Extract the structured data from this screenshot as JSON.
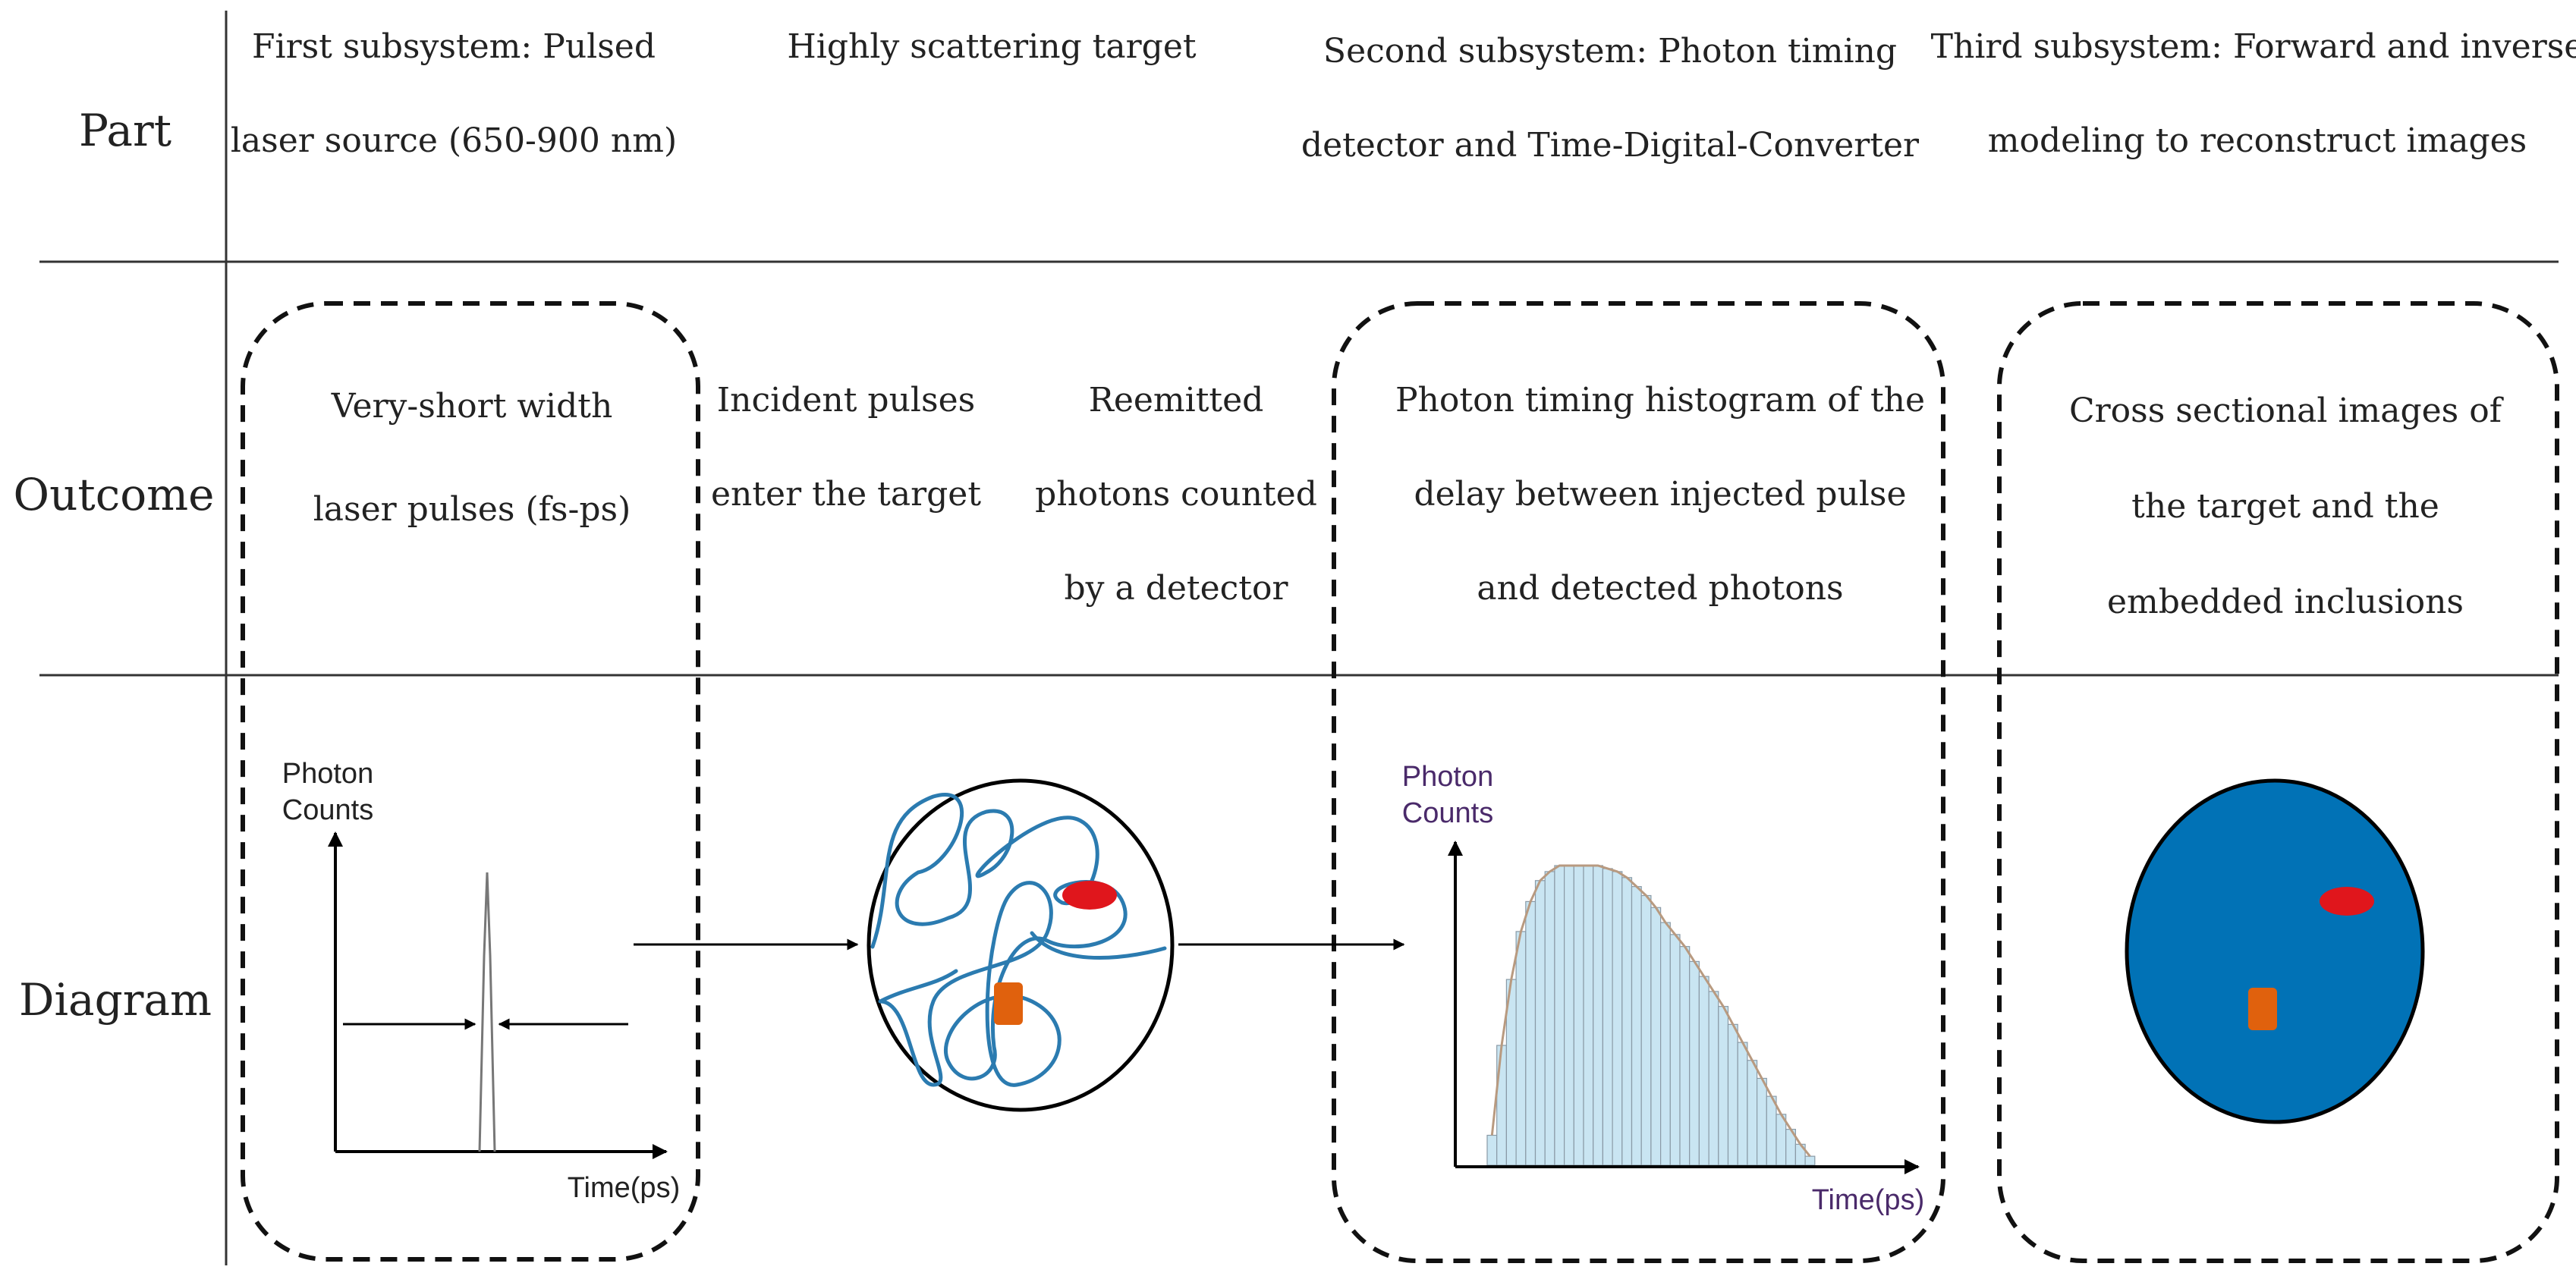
{
  "rows": {
    "part": "Part",
    "outcome": "Outcome",
    "diagram": "Diagram"
  },
  "part": {
    "first": [
      "First subsystem: Pulsed",
      "laser source (650-900 nm)"
    ],
    "target": [
      "Highly scattering target"
    ],
    "second": [
      "Second subsystem: Photon timing",
      "detector and Time-Digital-Converter"
    ],
    "third": [
      "Third subsystem: Forward and inverse",
      "modeling to reconstruct images"
    ]
  },
  "outcome": {
    "laser": [
      "Very-short width",
      "laser pulses (fs-ps)"
    ],
    "incident": [
      "Incident pulses",
      "enter the target"
    ],
    "reemitted": [
      "Reemitted",
      "photons counted",
      "by a detector"
    ],
    "histogram": [
      "Photon timing histogram of the",
      "delay between injected pulse",
      "and detected photons"
    ],
    "images": [
      "Cross sectional images of",
      "the target and the",
      "embedded inclusions"
    ]
  },
  "plot1": {
    "ylabel": [
      "Photon",
      "Counts"
    ],
    "xlabel": "Time(ps)"
  },
  "plot2": {
    "ylabel": [
      "Photon",
      "Counts"
    ],
    "xlabel": "Time(ps)"
  },
  "histogram": {
    "values": [
      0.1,
      0.4,
      0.62,
      0.78,
      0.88,
      0.95,
      0.98,
      1.0,
      1.0,
      1.0,
      1.0,
      1.0,
      0.99,
      0.98,
      0.96,
      0.93,
      0.9,
      0.86,
      0.81,
      0.77,
      0.73,
      0.68,
      0.63,
      0.58,
      0.53,
      0.47,
      0.41,
      0.35,
      0.29,
      0.23,
      0.17,
      0.12,
      0.07,
      0.03
    ]
  },
  "colors": {
    "tissue_blue": "#0172b6",
    "path_blue": "#2b7bb0",
    "inclusion_red": "#e0161c",
    "inclusion_orange": "#e0610d",
    "bar_fill": "#c9e5f2",
    "axis_label_purple": "#4a2a6a"
  }
}
